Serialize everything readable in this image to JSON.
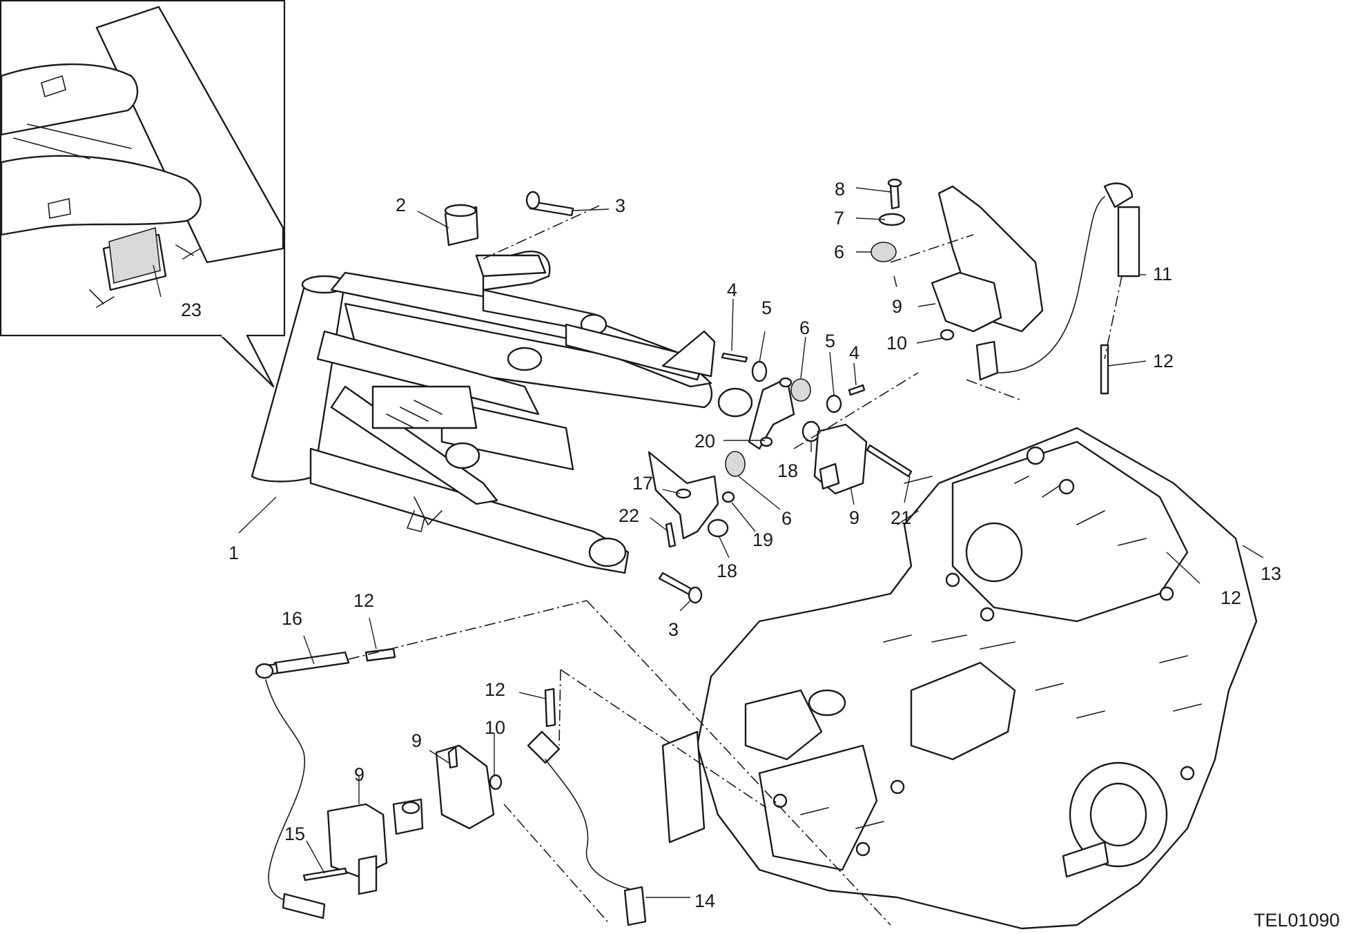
{
  "drawing_code": "TEL01090",
  "callouts": [
    {
      "id": "c23",
      "label": "23"
    },
    {
      "id": "c2",
      "label": "2"
    },
    {
      "id": "c3a",
      "label": "3"
    },
    {
      "id": "c1",
      "label": "1"
    },
    {
      "id": "c3b",
      "label": "3"
    },
    {
      "id": "c4a",
      "label": "4"
    },
    {
      "id": "c5a",
      "label": "5"
    },
    {
      "id": "c6a",
      "label": "6"
    },
    {
      "id": "c5b",
      "label": "5"
    },
    {
      "id": "c4b",
      "label": "4"
    },
    {
      "id": "c20",
      "label": "20"
    },
    {
      "id": "c18a",
      "label": "18"
    },
    {
      "id": "c9a",
      "label": "9"
    },
    {
      "id": "c21",
      "label": "21"
    },
    {
      "id": "c17",
      "label": "17"
    },
    {
      "id": "c22",
      "label": "22"
    },
    {
      "id": "c19",
      "label": "19"
    },
    {
      "id": "c6b",
      "label": "6"
    },
    {
      "id": "c18b",
      "label": "18"
    },
    {
      "id": "c8",
      "label": "8"
    },
    {
      "id": "c7",
      "label": "7"
    },
    {
      "id": "c6c",
      "label": "6"
    },
    {
      "id": "c9b",
      "label": "9"
    },
    {
      "id": "c10a",
      "label": "10"
    },
    {
      "id": "c11",
      "label": "11"
    },
    {
      "id": "c12a",
      "label": "12"
    },
    {
      "id": "c12b",
      "label": "12"
    },
    {
      "id": "c13",
      "label": "13"
    },
    {
      "id": "c16",
      "label": "16"
    },
    {
      "id": "c12c",
      "label": "12"
    },
    {
      "id": "c12d",
      "label": "12"
    },
    {
      "id": "c9c",
      "label": "9"
    },
    {
      "id": "c10b",
      "label": "10"
    },
    {
      "id": "c9d",
      "label": "9"
    },
    {
      "id": "c15",
      "label": "15"
    },
    {
      "id": "c14",
      "label": "14"
    }
  ]
}
